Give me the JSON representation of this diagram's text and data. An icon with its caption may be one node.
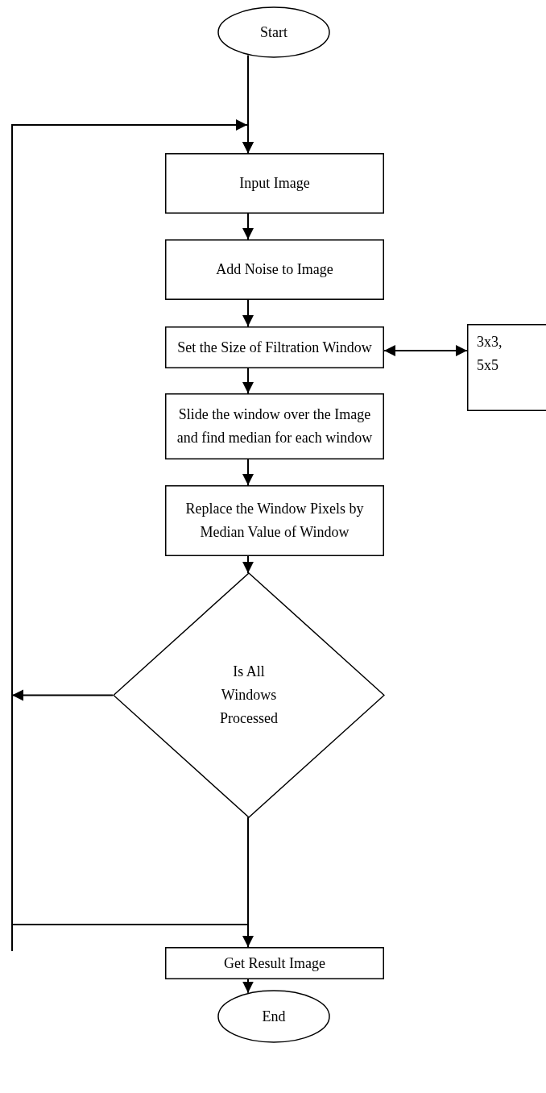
{
  "diagram": {
    "nodes": [
      {
        "text": [
          "Start"
        ]
      },
      {
        "text": [
          "Input Image"
        ]
      },
      {
        "text": [
          "Add Noise to Image"
        ]
      },
      {
        "text": [
          "Set the Size of Filtration Window"
        ]
      },
      {
        "text": [
          "3x3, 5x5"
        ]
      },
      {
        "text": [
          "Slide the window over the Image and find median for each window"
        ]
      },
      {
        "text": [
          "Replace the Window Pixels by Median Value of Window"
        ]
      },
      {
        "text": [
          "Is All Windows Processed"
        ]
      },
      {
        "text": [
          "Get Result Image"
        ]
      },
      {
        "text": [
          "End"
        ]
      }
    ],
    "edges": [
      {
        "from": 0,
        "to": 1,
        "arrow": "to"
      },
      {
        "from": 1,
        "to": 2,
        "arrow": "to"
      },
      {
        "from": 2,
        "to": 3,
        "arrow": "to"
      },
      {
        "from": 3,
        "to": 4,
        "arrow": "both"
      },
      {
        "from": 3,
        "to": 5,
        "arrow": "to"
      },
      {
        "from": 5,
        "to": 6,
        "arrow": "to"
      },
      {
        "from": 6,
        "to": 7,
        "arrow": "to"
      },
      {
        "from": 7,
        "to": 1,
        "arrow": "to"
      },
      {
        "from": 7,
        "to": 8,
        "arrow": "to"
      },
      {
        "from": 8,
        "to": 9,
        "arrow": "to"
      }
    ]
  }
}
